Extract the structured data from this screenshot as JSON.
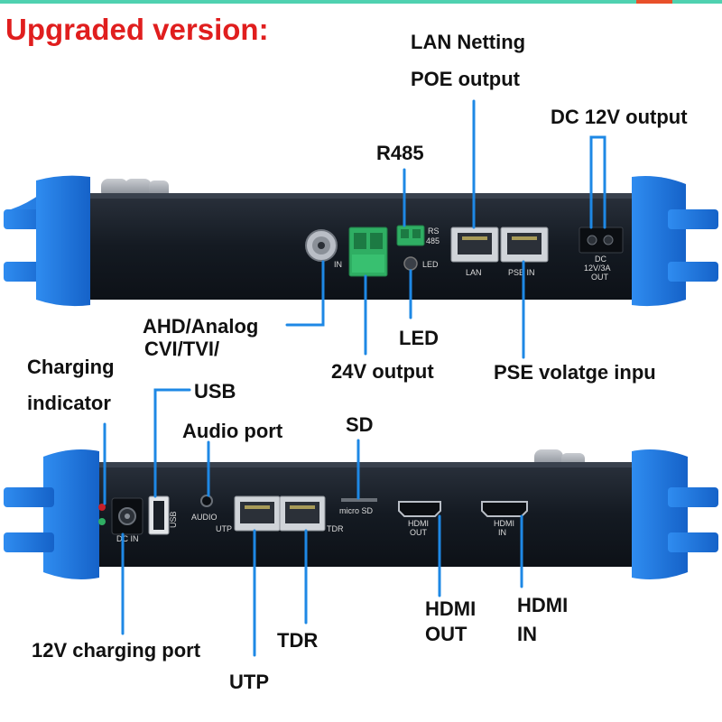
{
  "headline": "Upgraded version:",
  "labels": {
    "lan_netting": "LAN Netting",
    "poe_output": "POE output",
    "dc12v_output": "DC 12V output",
    "r485": "R485",
    "ahd_analog": "AHD/Analog",
    "cvi_tvi": "CVI/TVI/",
    "led": "LED",
    "v24_output": "24V output",
    "pse_input": "PSE volatge inpu",
    "charging": "Charging",
    "indicator": "indicator",
    "usb": "USB",
    "audio_port": "Audio port",
    "sd": "SD",
    "hdmi_out_1": "HDMI",
    "hdmi_out_2": "OUT",
    "hdmi_in_1": "HDMI",
    "hdmi_in_2": "IN",
    "tdr": "TDR",
    "charging_port": "12V charging port",
    "utp": "UTP"
  },
  "device_print": {
    "rs485": "RS\n485",
    "rs_line1": "RS",
    "rs_line2": "485",
    "led": "LED",
    "lan": "LAN",
    "pse_in": "PSE IN",
    "dc_line1": "DC",
    "dc_line2": "12V/3A",
    "dc_line3": "OUT",
    "usb": "USB",
    "audio": "AUDIO",
    "utp": "UTP",
    "tdr": "TDR",
    "micro_sd": "micro SD",
    "hdmi_out_1": "HDMI",
    "hdmi_out_2": "OUT",
    "hdmi_in_1": "HDMI",
    "hdmi_in_2": "IN",
    "dc_in": "DC IN",
    "bnc_in": "IN"
  },
  "colors": {
    "headline": "#e01e1e",
    "pointer": "#1e88e5",
    "bumper": "#1f7ae0",
    "body": "#151b24"
  }
}
